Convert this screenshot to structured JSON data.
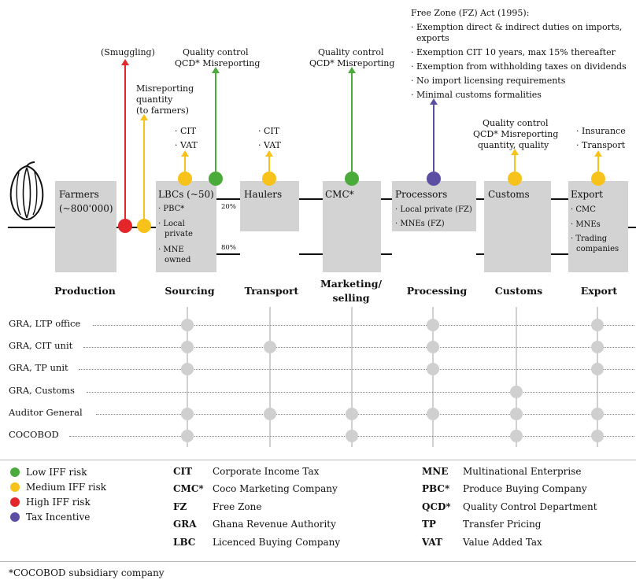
{
  "colors": {
    "low": "#4aab3a",
    "medium": "#f7c21a",
    "high": "#e3262a",
    "tax": "#5b4ea3",
    "box": "#d3d3d3",
    "actor_dot": "#cfcfcf"
  },
  "top_notes": {
    "smuggling": "(Smuggling)",
    "misreporting_1": "Misreporting",
    "misreporting_2": "quantity",
    "misreporting_3": "(to farmers)",
    "lbc_qc_1": "Quality control",
    "lbc_qc_2": "QCD* Misreporting",
    "lbc_tax_1": "· CIT",
    "lbc_tax_2": "· VAT",
    "haul_tax_1": "· CIT",
    "haul_tax_2": "· VAT",
    "cmc_qc_1": "Quality control",
    "cmc_qc_2": "QCD* Misreporting",
    "fz_title": "Free Zone (FZ) Act (1995):",
    "fz_1": "· Exemption direct & indirect duties on imports,",
    "fz_1b": "exports",
    "fz_2": "· Exemption CIT 10 years, max 15% thereafter",
    "fz_3": "· Exemption from withholding taxes on dividends",
    "fz_4": "· No import licensing requirements",
    "fz_5": "· Minimal customs formalities",
    "cus_qc_1": "Quality control",
    "cus_qc_2": "QCD* Misreporting",
    "cus_qc_3": "quantity, quality",
    "exp_1": "· Insurance",
    "exp_2": "· Transport"
  },
  "boxes": {
    "farmers_1": "Farmers",
    "farmers_2": "(~800'000)",
    "lbcs": "LBCs (~50)",
    "lbcs_s1": "· PBC*",
    "lbcs_s2": "· Local",
    "lbcs_s2b": "private",
    "lbcs_s3": "· MNE",
    "lbcs_s3b": "owned",
    "haulers": "Haulers",
    "cmc": "CMC*",
    "processors": "Processors",
    "proc_s1": "· Local private (FZ)",
    "proc_s2": "· MNEs (FZ)",
    "customs": "Customs",
    "export": "Export",
    "exp_s1": "· CMC",
    "exp_s2": "· MNEs",
    "exp_s3": "· Trading",
    "exp_s3b": "companies",
    "pct_20": "20%",
    "pct_80": "80%"
  },
  "stages": {
    "production": "Production",
    "sourcing": "Sourcing",
    "transport": "Transport",
    "marketing_1": "Marketing/",
    "marketing_2": "selling",
    "processing": "Processing",
    "customs": "Customs",
    "export": "Export"
  },
  "actors": {
    "rows": [
      "GRA, LTP office",
      "GRA, CIT unit",
      "GRA, TP unit",
      "GRA, Customs",
      "Auditor General",
      "COCOBOD"
    ]
  },
  "legend": {
    "low": "Low IFF risk",
    "medium": "Medium IFF risk",
    "high": "High IFF risk",
    "tax": "Tax Incentive"
  },
  "abbreviations": {
    "col1": [
      {
        "abbr": "CIT",
        "def": "Corporate Income Tax"
      },
      {
        "abbr": "CMC*",
        "def": "Coco Marketing Company"
      },
      {
        "abbr": "FZ",
        "def": "Free Zone"
      },
      {
        "abbr": "GRA",
        "def": "Ghana Revenue Authority"
      },
      {
        "abbr": "LBC",
        "def": "Licenced Buying Company"
      }
    ],
    "col2": [
      {
        "abbr": "MNE",
        "def": "Multinational Enterprise"
      },
      {
        "abbr": "PBC*",
        "def": "Produce Buying Company"
      },
      {
        "abbr": "QCD*",
        "def": "Quality Control Department"
      },
      {
        "abbr": "TP",
        "def": "Transfer Pricing"
      },
      {
        "abbr": "VAT",
        "def": "Value Added Tax"
      }
    ]
  },
  "footnote": "*COCOBOD subsidiary company"
}
